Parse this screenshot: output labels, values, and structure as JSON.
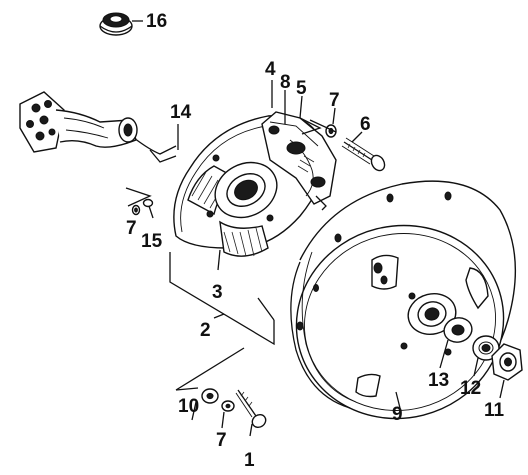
{
  "diagram": {
    "callouts": [
      {
        "id": "c1",
        "text": "1"
      },
      {
        "id": "c2",
        "text": "2"
      },
      {
        "id": "c3",
        "text": "3"
      },
      {
        "id": "c4",
        "text": "4"
      },
      {
        "id": "c5",
        "text": "5"
      },
      {
        "id": "c6",
        "text": "6"
      },
      {
        "id": "c7a",
        "text": "7"
      },
      {
        "id": "c7b",
        "text": "7"
      },
      {
        "id": "c7c",
        "text": "7"
      },
      {
        "id": "c8",
        "text": "8"
      },
      {
        "id": "c9",
        "text": "9"
      },
      {
        "id": "c10",
        "text": "10"
      },
      {
        "id": "c11",
        "text": "11"
      },
      {
        "id": "c12",
        "text": "12"
      },
      {
        "id": "c13",
        "text": "13"
      },
      {
        "id": "c14",
        "text": "14"
      },
      {
        "id": "c15",
        "text": "15"
      },
      {
        "id": "c16",
        "text": "16"
      }
    ]
  }
}
